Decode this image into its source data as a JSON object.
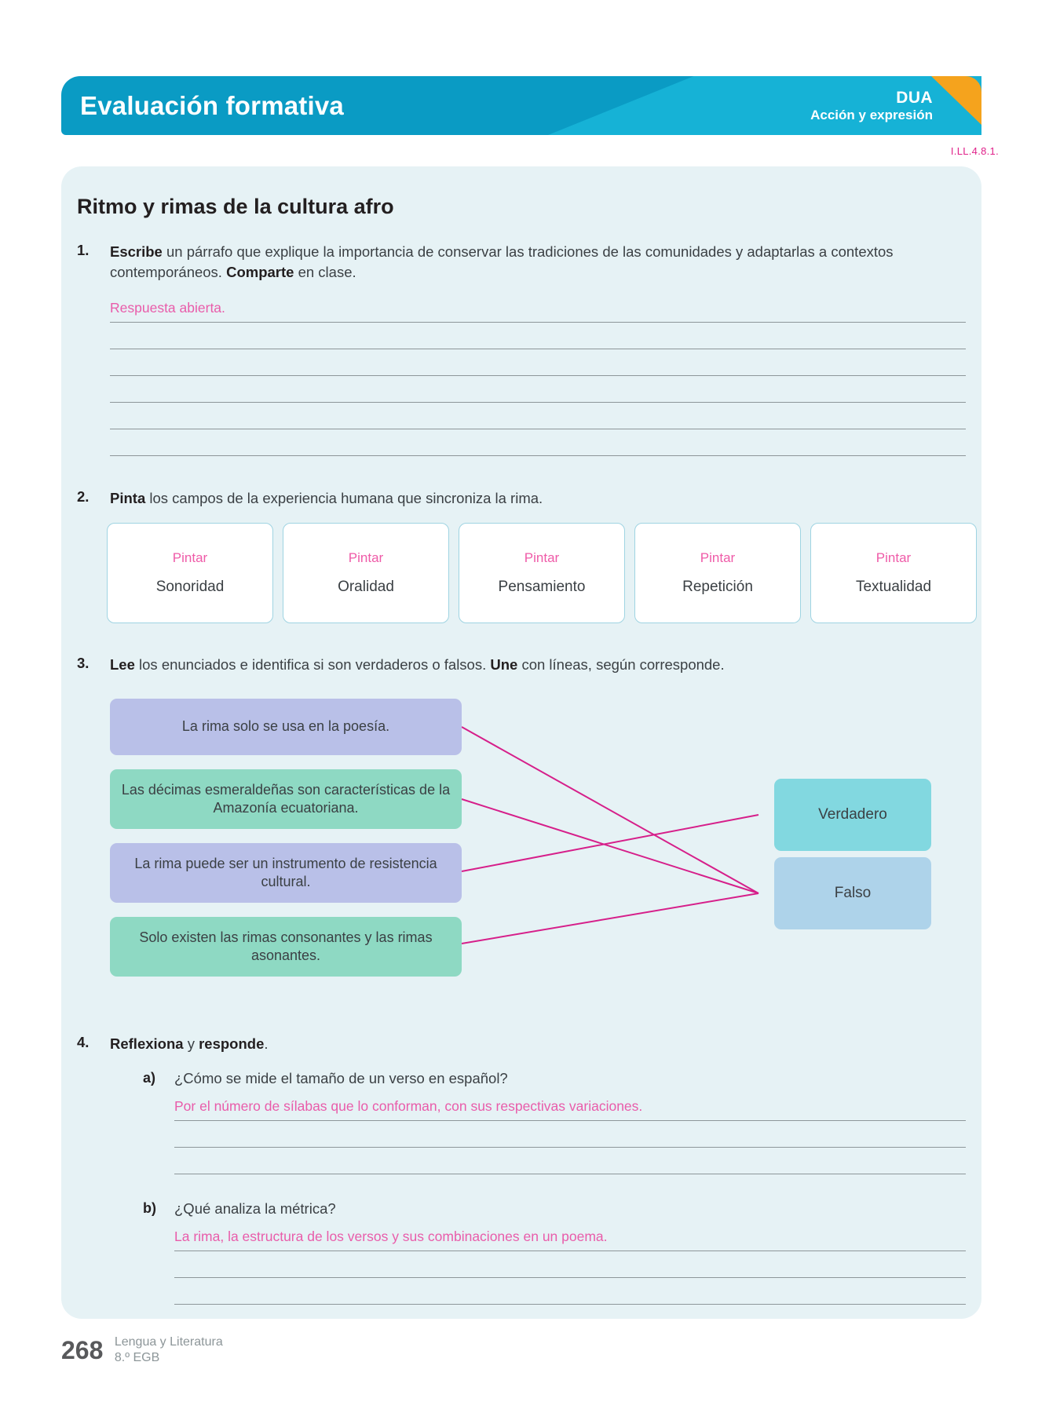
{
  "header": {
    "title": "Evaluación formativa",
    "dua_title": "DUA",
    "dua_subtitle": "Acción y expresión",
    "code": "I.LL.4.8.1.",
    "colors": {
      "banner_dark": "#0a9bc4",
      "banner_light": "#16b2d6",
      "corner_orange": "#f5a31d",
      "code_pink": "#e0218a"
    }
  },
  "card": {
    "title": "Ritmo y rimas de la cultura afro",
    "background": "#e6f2f5"
  },
  "questions": [
    {
      "number": "1.",
      "lead": "Escribe",
      "text_1": " un párrafo que explique la importancia de conservar las tradiciones de las comunidades y adaptarlas a contextos contemporáneos. ",
      "lead_2": "Comparte",
      "text_2": " en clase.",
      "answer": "Respuesta abierta.",
      "line_count": 6
    },
    {
      "number": "2.",
      "lead": "Pinta",
      "text_1": " los campos de la experiencia humana que sincroniza la rima.",
      "options": [
        {
          "tag": "Pintar",
          "label": "Sonoridad"
        },
        {
          "tag": "Pintar",
          "label": "Oralidad"
        },
        {
          "tag": "Pintar",
          "label": "Pensamiento"
        },
        {
          "tag": "Pintar",
          "label": "Repetición"
        },
        {
          "tag": "Pintar",
          "label": "Textualidad"
        }
      ]
    },
    {
      "number": "3.",
      "lead": "Lee",
      "text_1": " los enunciados e identifica si son verdaderos o falsos. ",
      "lead_2": "Une",
      "text_2": " con líneas, según corresponde.",
      "statements": [
        {
          "text": "La rima solo se usa en la poesía.",
          "color": "#b9c0e8",
          "answer": "Falso"
        },
        {
          "text": "Las décimas esmeraldeñas son características de la Amazonía ecuatoriana.",
          "color": "#8ed9c3",
          "answer": "Falso"
        },
        {
          "text": "La rima puede ser un instrumento de resistencia cultural.",
          "color": "#b9c0e8",
          "answer": "Verdadero"
        },
        {
          "text": "Solo existen las rimas consonantes y las rimas asonantes.",
          "color": "#8ed9c3",
          "answer": "Falso"
        }
      ],
      "options": [
        {
          "label": "Verdadero",
          "color": "#82d8e0"
        },
        {
          "label": "Falso",
          "color": "#aed3ea"
        }
      ],
      "line_color": "#d61f8a"
    },
    {
      "number": "4.",
      "lead": "Reflexiona",
      "text_1": " y ",
      "lead_2": "responde",
      "text_2": ".",
      "subquestions": [
        {
          "letter": "a)",
          "prompt": "¿Cómo se mide el tamaño de un verso en español?",
          "answer": "Por el número de sílabas que lo conforman, con sus respectivas variaciones.",
          "line_count": 3
        },
        {
          "letter": "b)",
          "prompt": "¿Qué analiza la métrica?",
          "answer": "La rima, la estructura de los versos y sus combinaciones en un poema.",
          "line_count": 3
        }
      ]
    }
  ],
  "footer": {
    "page_number": "268",
    "subject": "Lengua y Literatura",
    "grade": "8.º EGB"
  }
}
